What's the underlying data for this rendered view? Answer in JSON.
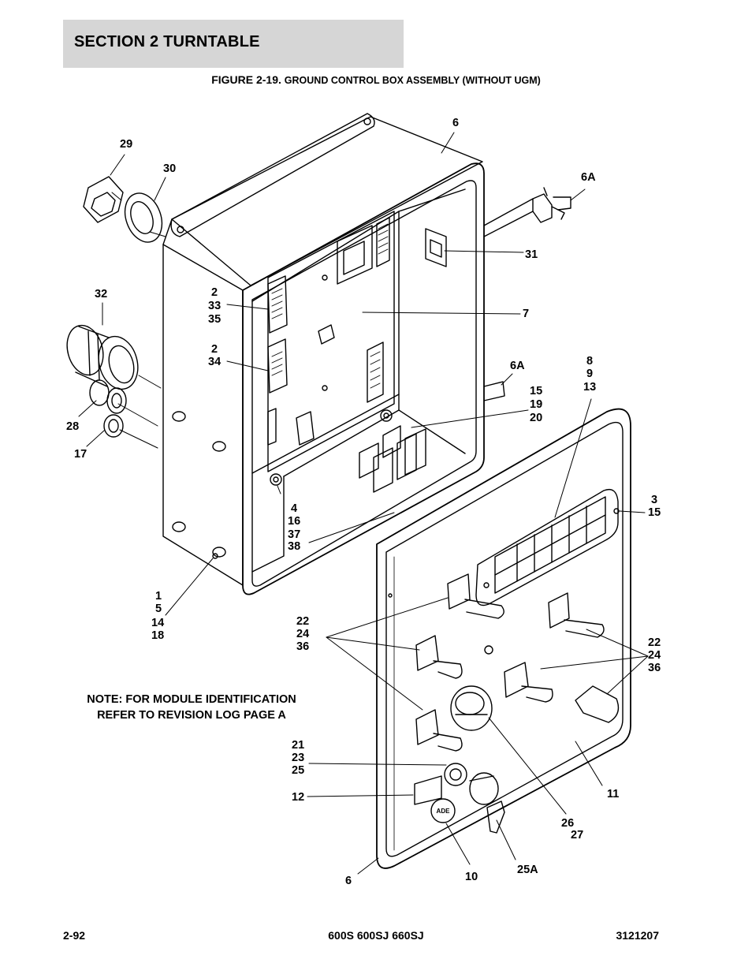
{
  "header": {
    "section_title": "SECTION 2   TURNTABLE",
    "figure_prefix": "FIGURE 2-19.",
    "figure_rest": "GROUND CONTROL BOX ASSEMBLY (WITHOUT UGM)"
  },
  "note": {
    "line1": "NOTE: FOR MODULE IDENTIFICATION",
    "line2": "REFER TO REVISION LOG PAGE A"
  },
  "callouts": {
    "c6_top": "6",
    "c29": "29",
    "c30": "30",
    "c6a_top": "6A",
    "c31": "31",
    "c32": "32",
    "c2a": "2",
    "c33": "33",
    "c35": "35",
    "c7": "7",
    "c2b": "2",
    "c34": "34",
    "c6a_mid": "6A",
    "c8": "8",
    "c9": "9",
    "c13": "13",
    "c15a": "15",
    "c19": "19",
    "c20": "20",
    "c28": "28",
    "c17": "17",
    "c3": "3",
    "c15b": "15",
    "c4": "4",
    "c16": "16",
    "c37": "37",
    "c38": "38",
    "c1": "1",
    "c5": "5",
    "c14": "14",
    "c18": "18",
    "c22a": "22",
    "c24a": "24",
    "c36a": "36",
    "c22b": "22",
    "c24b": "24",
    "c36b": "36",
    "c21": "21",
    "c23": "23",
    "c25": "25",
    "c12": "12",
    "c11": "11",
    "c26": "26",
    "c27": "27",
    "c6_bottom": "6",
    "c10": "10",
    "c25a": "25A"
  },
  "labels": {
    "ade_badge": "ADE"
  },
  "footer": {
    "page": "2-92",
    "models": "600S 600SJ 660SJ",
    "doc_number": "3121207"
  }
}
